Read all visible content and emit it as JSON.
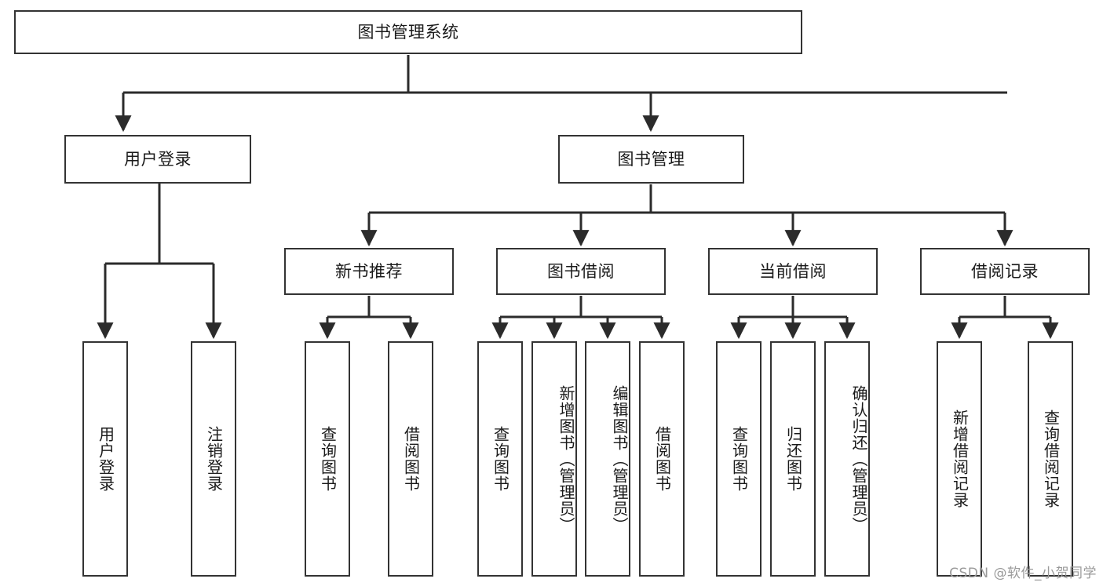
{
  "diagram": {
    "title": "图书管理系统",
    "type": "tree",
    "root": {
      "id": "root",
      "label": "图书管理系统",
      "orientation": "horizontal"
    },
    "level2": [
      {
        "id": "user-login",
        "label": "用户登录",
        "orientation": "horizontal"
      },
      {
        "id": "book-manage",
        "label": "图书管理",
        "orientation": "horizontal"
      }
    ],
    "level3": [
      {
        "id": "new-book-rec",
        "label": "新书推荐",
        "parent": "book-manage",
        "orientation": "horizontal"
      },
      {
        "id": "book-borrow",
        "label": "图书借阅",
        "parent": "book-manage",
        "orientation": "horizontal"
      },
      {
        "id": "current-borrow",
        "label": "当前借阅",
        "parent": "book-manage",
        "orientation": "horizontal"
      },
      {
        "id": "borrow-record",
        "label": "借阅记录",
        "parent": "book-manage",
        "orientation": "horizontal"
      }
    ],
    "leaves": [
      {
        "id": "leaf-user-login",
        "label": "用户登录",
        "parent": "user-login",
        "orientation": "vertical"
      },
      {
        "id": "leaf-logout",
        "label": "注销登录",
        "parent": "user-login",
        "orientation": "vertical"
      },
      {
        "id": "leaf-query-book-1",
        "label": "查询图书",
        "parent": "new-book-rec",
        "orientation": "vertical"
      },
      {
        "id": "leaf-borrow-book-1",
        "label": "借阅图书",
        "parent": "new-book-rec",
        "orientation": "vertical"
      },
      {
        "id": "leaf-query-book-2",
        "label": "查询图书",
        "parent": "book-borrow",
        "orientation": "vertical"
      },
      {
        "id": "leaf-add-book",
        "label": "新增图书（管理员）",
        "parent": "book-borrow",
        "orientation": "vertical"
      },
      {
        "id": "leaf-edit-book",
        "label": "编辑图书（管理员）",
        "parent": "book-borrow",
        "orientation": "vertical"
      },
      {
        "id": "leaf-borrow-book-2",
        "label": "借阅图书",
        "parent": "book-borrow",
        "orientation": "vertical"
      },
      {
        "id": "leaf-query-book-3",
        "label": "查询图书",
        "parent": "current-borrow",
        "orientation": "vertical"
      },
      {
        "id": "leaf-return-book",
        "label": "归还图书",
        "parent": "current-borrow",
        "orientation": "vertical"
      },
      {
        "id": "leaf-confirm-return",
        "label": "确认归还（管理员）",
        "parent": "current-borrow",
        "orientation": "vertical"
      },
      {
        "id": "leaf-add-record",
        "label": "新增借阅记录",
        "parent": "borrow-record",
        "orientation": "vertical"
      },
      {
        "id": "leaf-query-record",
        "label": "查询借阅记录",
        "parent": "borrow-record",
        "orientation": "vertical"
      }
    ],
    "colors": {
      "box_border": "#333333",
      "box_fill": "#ffffff",
      "line": "#2b2b2b",
      "text": "#1a1a1a",
      "background": "#ffffff",
      "watermark": "#9a9a9a"
    }
  },
  "watermark": {
    "text": "CSDN @软件_小贺同学"
  }
}
